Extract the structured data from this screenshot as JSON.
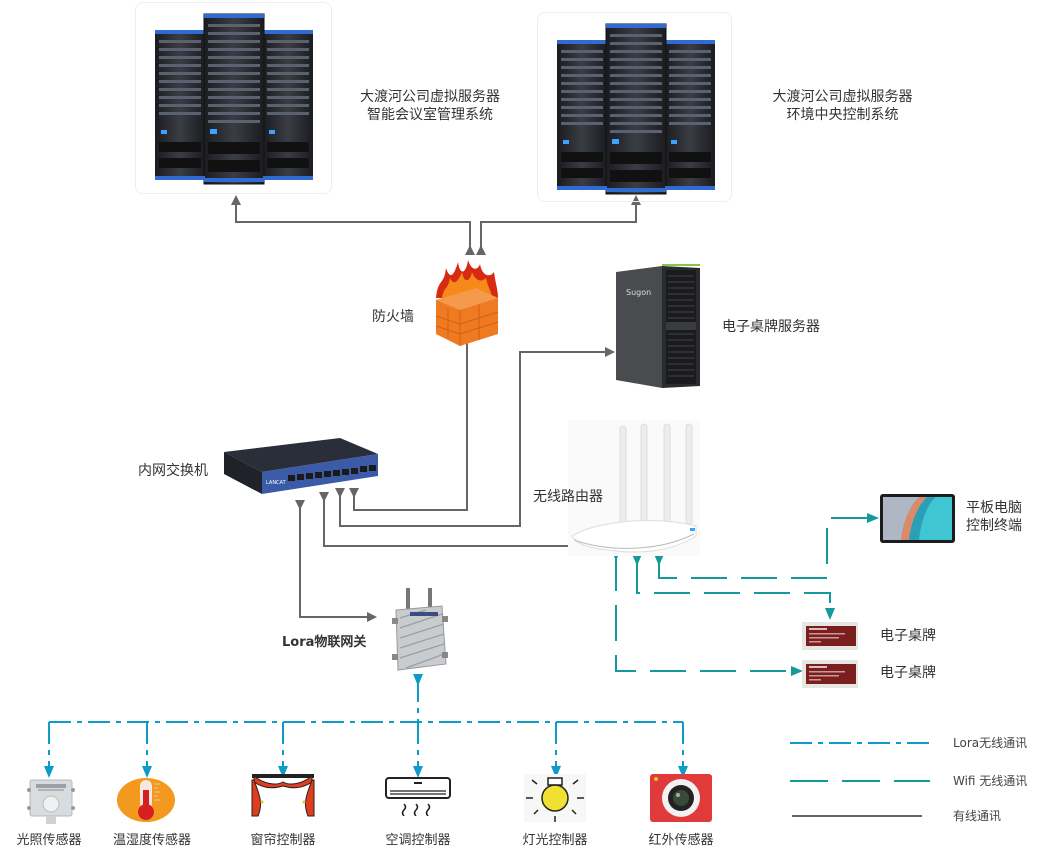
{
  "nodes": {
    "server1": {
      "line1": "大渡河公司虚拟服务器",
      "line2": "智能会议室管理系统"
    },
    "server2": {
      "line1": "大渡河公司虚拟服务器",
      "line2": "环境中央控制系统"
    },
    "firewall": {
      "label": "防火墙"
    },
    "desk_sign_server": {
      "label": "电子桌牌服务器",
      "brand": "Sugon"
    },
    "switch": {
      "label": "内网交换机",
      "brand": "LANCAT"
    },
    "router": {
      "label": "无线路由器"
    },
    "tablet": {
      "line1": "平板电脑",
      "line2": "控制终端"
    },
    "desk_sign_1": {
      "label": "电子桌牌"
    },
    "desk_sign_2": {
      "label": "电子桌牌"
    },
    "lora_gateway": {
      "label": "Lora物联网关"
    }
  },
  "devices": [
    {
      "label": "光照传感器",
      "icon": "light-sensor-icon"
    },
    {
      "label": "温湿度传感器",
      "icon": "thermometer-icon"
    },
    {
      "label": "窗帘控制器",
      "icon": "curtain-icon"
    },
    {
      "label": "空调控制器",
      "icon": "air-conditioner-icon"
    },
    {
      "label": "灯光控制器",
      "icon": "light-bulb-icon"
    },
    {
      "label": "红外传感器",
      "icon": "infrared-camera-icon"
    }
  ],
  "legend": [
    {
      "label": "Lora无线通讯",
      "style": "dash-dot",
      "color": "#0e9bc7"
    },
    {
      "label": "Wifi 无线通讯",
      "style": "dashed",
      "color": "#149a9a"
    },
    {
      "label": "有线通讯",
      "style": "solid",
      "color": "#666666"
    }
  ],
  "colors": {
    "wired": "#666666",
    "wifi": "#149a9a",
    "lora": "#0e9bc7"
  }
}
